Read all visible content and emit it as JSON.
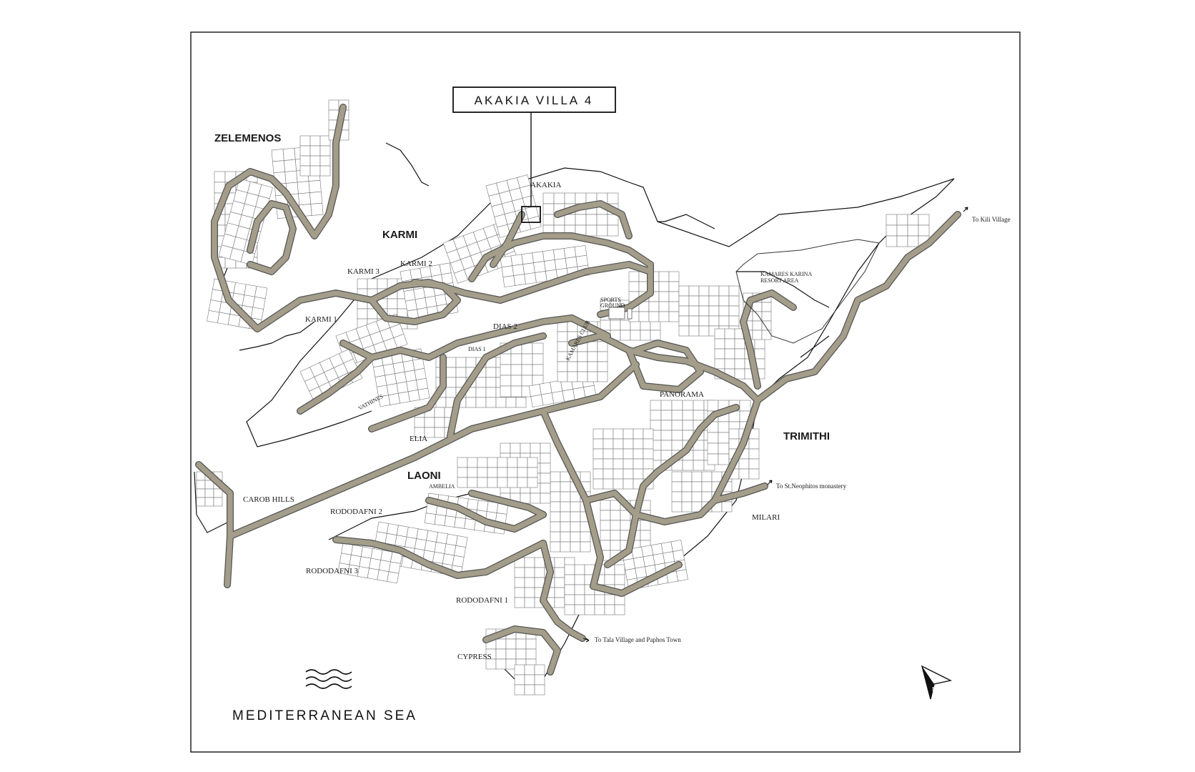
{
  "callout": {
    "label": "AKAKIA VILLA 4"
  },
  "areas": {
    "zelemenos": "ZELEMENOS",
    "karmi": "KARMI",
    "akakia": "AKAKIA",
    "karmi_3": "KARMI 3",
    "karmi_2": "KARMI 2",
    "karmi_1": "KARMI 1",
    "dias_2": "DIAS 2",
    "dias_1": "DIAS 1",
    "sports_ground_1": "SPORTS",
    "sports_ground_2": "GROUND",
    "kamares_club": "KAMARES CLUB",
    "kamares_karina_1": "KAMARES KARINA",
    "kamares_karina_2": "RESORT AREA",
    "panorama": "PANORAMA",
    "trimithi": "TRIMITHI",
    "vathines": "VATHINES",
    "elia": "ELIA",
    "laoni": "LAONI",
    "ambelia": "AMBELIA",
    "carob_hills": "CAROB HILLS",
    "rododafni_2": "RODODAFNI 2",
    "rododafni_3": "RODODAFNI 3",
    "rododafni_1": "RODODAFNI 1",
    "milari": "MILARI",
    "cypress": "CYPRESS"
  },
  "destinations": {
    "kili": "To Kili Village",
    "neophitos": "To St.Neophitos monastery",
    "tala": "To Tala Village and Paphos Town"
  },
  "sea": {
    "label": "MEDITERRANEAN SEA"
  },
  "colors": {
    "road": "#a39d8a",
    "parcel_line": "#777777",
    "frame": "#111111"
  },
  "icons": {
    "north": "north-arrow-icon",
    "sea": "waves-icon"
  }
}
